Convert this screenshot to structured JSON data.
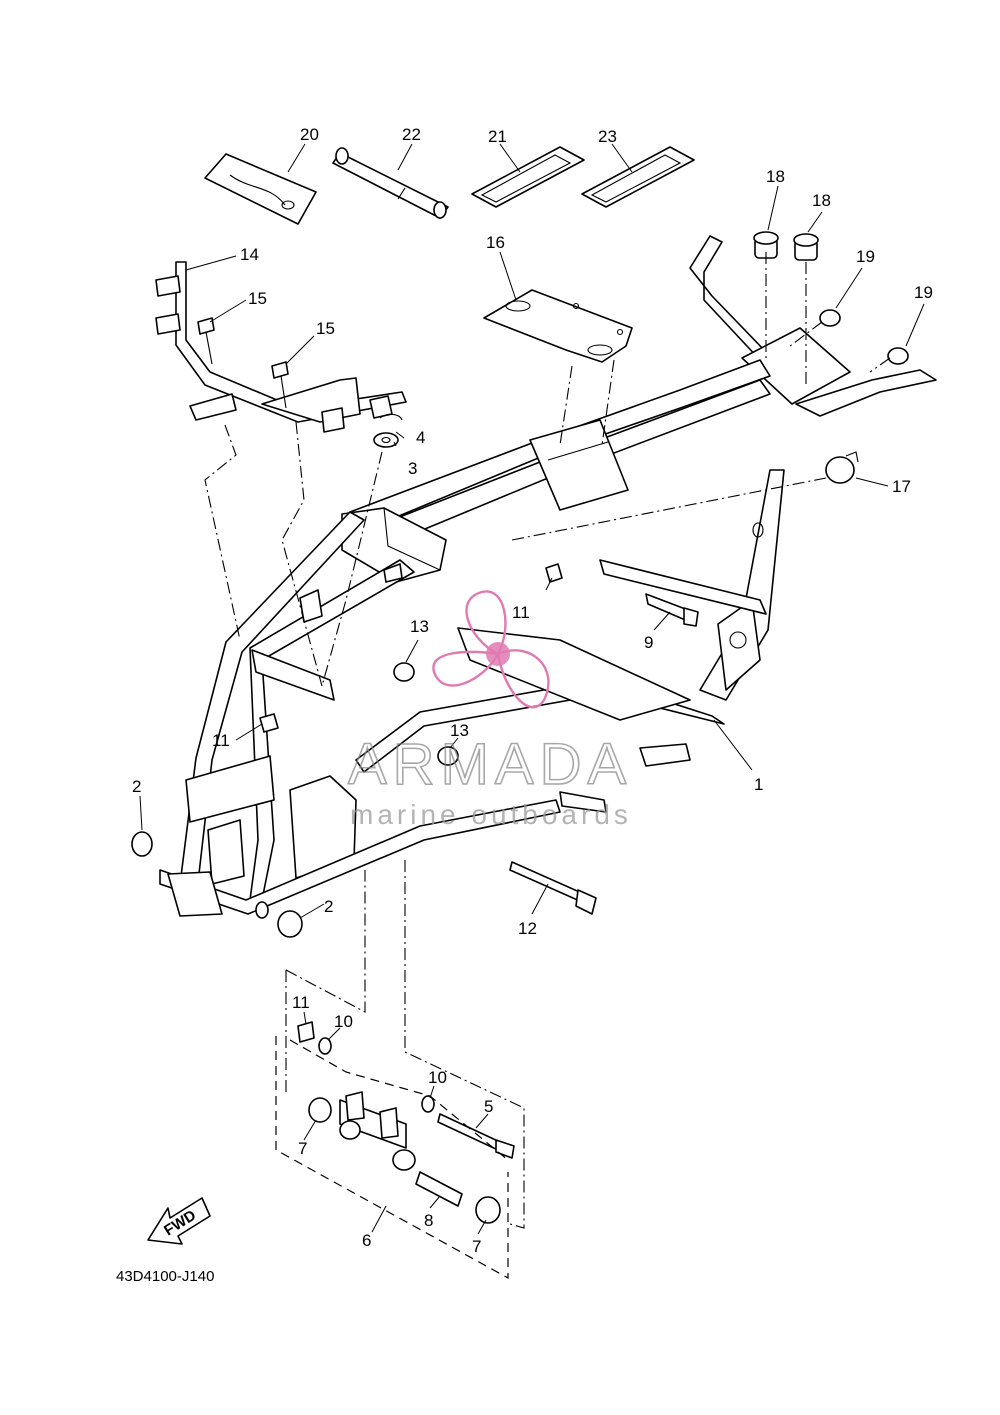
{
  "diagram": {
    "drawing_code": "43D4100-J140",
    "fwd_arrow_label": "FWD",
    "callouts": [
      "1",
      "2",
      "2",
      "3",
      "4",
      "5",
      "6",
      "7",
      "7",
      "8",
      "9",
      "10",
      "10",
      "11",
      "11",
      "11",
      "12",
      "13",
      "13",
      "14",
      "15",
      "15",
      "16",
      "17",
      "18",
      "18",
      "19",
      "19",
      "20",
      "21",
      "22",
      "23"
    ]
  },
  "watermark": {
    "brand": "ARMADA",
    "tagline": "marine outboards",
    "accent_color": "#e07ab2",
    "gray_color": "#8a8a8a"
  }
}
